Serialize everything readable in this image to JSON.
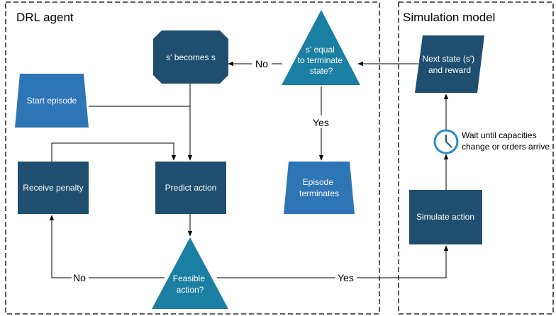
{
  "panels": {
    "drl_agent": "DRL agent",
    "simulation_model": "Simulation model"
  },
  "nodes": {
    "start_episode": "Start episode",
    "s_becomes_s": "s' becomes s",
    "terminal_check": [
      "s' equal",
      "to terminate",
      "state?"
    ],
    "next_state": [
      "Next state (s')",
      "and reward"
    ],
    "episode_terminates": [
      "Episode",
      "terminates"
    ],
    "receive_penalty": "Receive penalty",
    "predict_action": "Predict action",
    "feasible_action": [
      "Feasible",
      "action?"
    ],
    "simulate_action": "Simulate action",
    "wait_note": [
      "Wait until capacities",
      "change or orders arrive"
    ]
  },
  "edge_labels": {
    "no_terminal": "No",
    "yes_terminal": "Yes",
    "no_feasible": "No",
    "yes_feasible": "Yes"
  },
  "colors": {
    "dark_node": "#1f4e6e",
    "mid_node": "#2e75b6",
    "triangle": "#1b7fa3",
    "clock_ring": "#2e8bc0"
  }
}
